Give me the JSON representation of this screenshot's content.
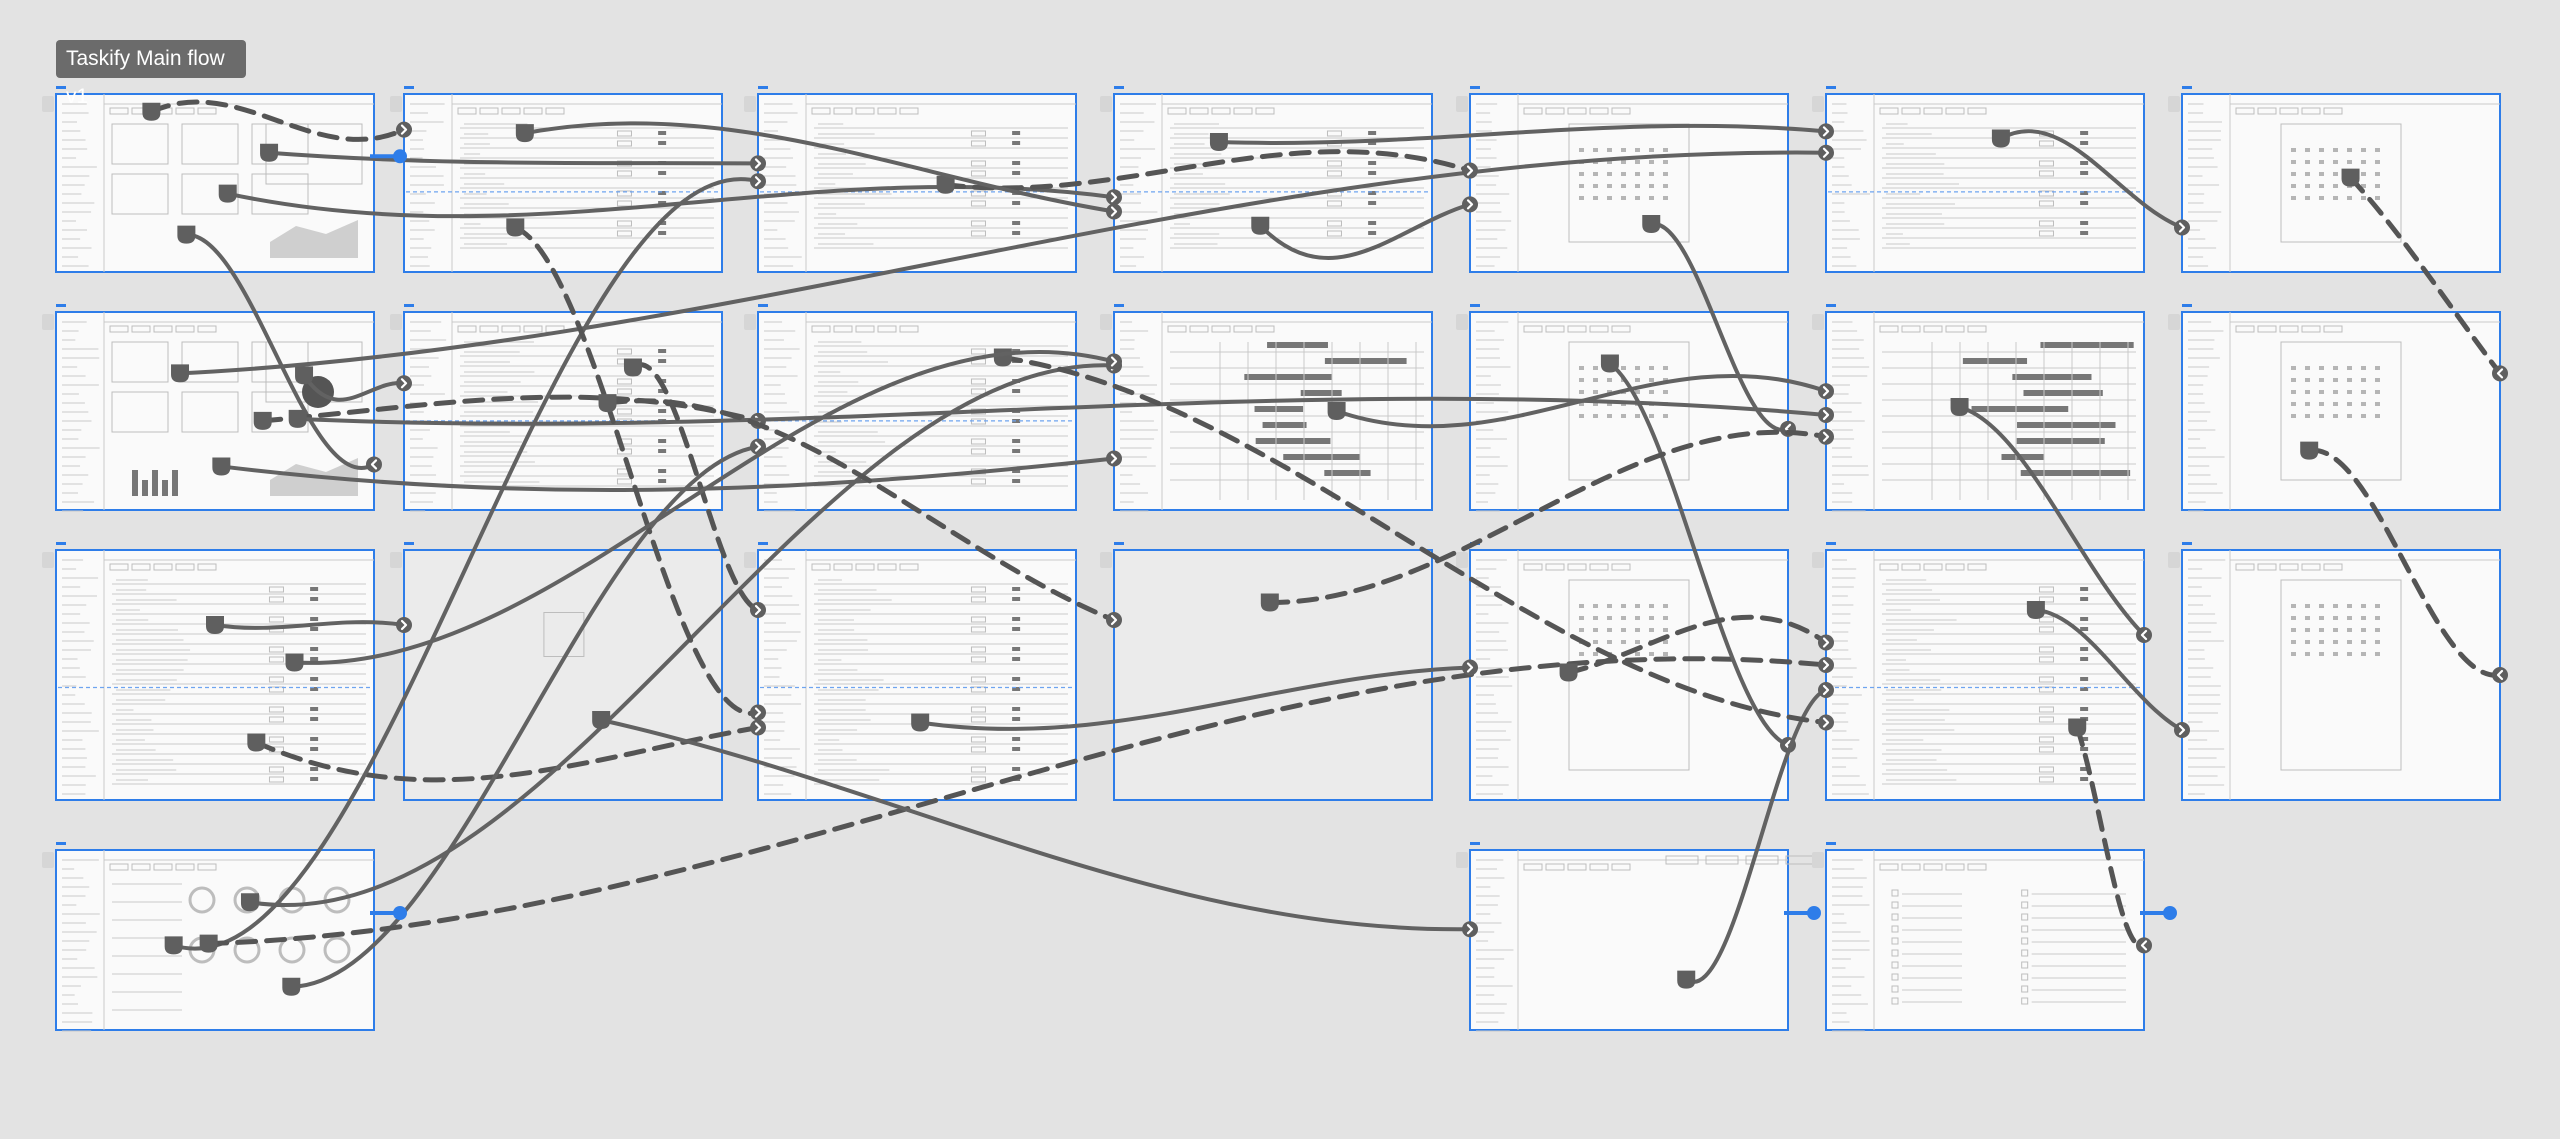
{
  "title": "Taskify Main flow v1",
  "colors": {
    "canvas": "#e3e3e3",
    "frame_border": "#2e7de9",
    "frame_fill": "#fafafa",
    "connector": "#626262",
    "entry_point": "#2e7de9",
    "title_chip": "#6b6b6b"
  },
  "screens": [
    {
      "id": "s1",
      "kind": "dashboard",
      "grid": [
        0,
        0
      ]
    },
    {
      "id": "s2",
      "kind": "chart",
      "grid": [
        0,
        1
      ]
    },
    {
      "id": "s3",
      "kind": "table",
      "grid": [
        0,
        2
      ]
    },
    {
      "id": "s4",
      "kind": "dials",
      "grid": [
        0,
        3
      ]
    },
    {
      "id": "s5",
      "kind": "table",
      "grid": [
        1,
        0
      ]
    },
    {
      "id": "s6",
      "kind": "table",
      "grid": [
        1,
        1
      ]
    },
    {
      "id": "s7",
      "kind": "overlay",
      "grid": [
        1,
        2
      ]
    },
    {
      "id": "s8",
      "kind": "table",
      "grid": [
        2,
        0
      ]
    },
    {
      "id": "s9",
      "kind": "table",
      "grid": [
        2,
        1
      ]
    },
    {
      "id": "s10",
      "kind": "table",
      "grid": [
        2,
        2
      ]
    },
    {
      "id": "s11",
      "kind": "table",
      "grid": [
        3,
        0
      ]
    },
    {
      "id": "s12",
      "kind": "gantt",
      "grid": [
        3,
        1
      ]
    },
    {
      "id": "s13",
      "kind": "blank",
      "grid": [
        3,
        2
      ]
    },
    {
      "id": "s14",
      "kind": "modal",
      "grid": [
        4,
        0
      ]
    },
    {
      "id": "s15",
      "kind": "modal",
      "grid": [
        4,
        1
      ]
    },
    {
      "id": "s16",
      "kind": "modal",
      "grid": [
        4,
        2
      ]
    },
    {
      "id": "s17",
      "kind": "sidebar",
      "grid": [
        4,
        3
      ]
    },
    {
      "id": "s18",
      "kind": "table",
      "grid": [
        5,
        0
      ]
    },
    {
      "id": "s19",
      "kind": "gantt",
      "grid": [
        5,
        1
      ]
    },
    {
      "id": "s20",
      "kind": "board",
      "grid": [
        5,
        2
      ]
    },
    {
      "id": "s21",
      "kind": "form",
      "grid": [
        5,
        3
      ]
    },
    {
      "id": "s22",
      "kind": "calendar",
      "grid": [
        6,
        0
      ]
    },
    {
      "id": "s23",
      "kind": "calendar",
      "grid": [
        6,
        1
      ]
    },
    {
      "id": "s24",
      "kind": "calendar",
      "grid": [
        6,
        2
      ]
    }
  ],
  "connectors": [
    {
      "from": "s1",
      "to": "s5",
      "style": "dashed"
    },
    {
      "from": "s1",
      "to": "s8",
      "style": "solid"
    },
    {
      "from": "s1",
      "to": "s11",
      "style": "solid"
    },
    {
      "from": "s1",
      "to": "s2",
      "style": "solid"
    },
    {
      "from": "s2",
      "to": "s6",
      "style": "solid"
    },
    {
      "from": "s2",
      "to": "s9",
      "style": "dashed"
    },
    {
      "from": "s2",
      "to": "s12",
      "style": "solid"
    },
    {
      "from": "s2",
      "to": "s18",
      "style": "solid"
    },
    {
      "from": "s2",
      "to": "s19",
      "style": "solid"
    },
    {
      "from": "s3",
      "to": "s10",
      "style": "dashed"
    },
    {
      "from": "s3",
      "to": "s7",
      "style": "solid"
    },
    {
      "from": "s4",
      "to": "s8",
      "style": "solid"
    },
    {
      "from": "s4",
      "to": "s9",
      "style": "solid"
    },
    {
      "from": "s4",
      "to": "s12",
      "style": "solid"
    },
    {
      "from": "s4",
      "to": "s20",
      "style": "dashed"
    },
    {
      "from": "s5",
      "to": "s10",
      "style": "dashed"
    },
    {
      "from": "s6",
      "to": "s10",
      "style": "dashed"
    },
    {
      "from": "s8",
      "to": "s14",
      "style": "dashed"
    },
    {
      "from": "s11",
      "to": "s14",
      "style": "solid"
    },
    {
      "from": "s11",
      "to": "s18",
      "style": "solid"
    },
    {
      "from": "s12",
      "to": "s19",
      "style": "solid"
    },
    {
      "from": "s14",
      "to": "s15",
      "style": "solid"
    },
    {
      "from": "s15",
      "to": "s16",
      "style": "solid"
    },
    {
      "from": "s16",
      "to": "s20",
      "style": "dashed"
    },
    {
      "from": "s17",
      "to": "s20",
      "style": "solid"
    },
    {
      "from": "s18",
      "to": "s22",
      "style": "solid"
    },
    {
      "from": "s19",
      "to": "s20",
      "style": "solid"
    },
    {
      "from": "s20",
      "to": "s21",
      "style": "dashed"
    },
    {
      "from": "s20",
      "to": "s24",
      "style": "solid"
    },
    {
      "from": "s22",
      "to": "s23",
      "style": "dashed"
    },
    {
      "from": "s23",
      "to": "s24",
      "style": "dashed"
    },
    {
      "from": "s9",
      "to": "s20",
      "style": "dashed"
    },
    {
      "from": "s6",
      "to": "s13",
      "style": "dashed"
    },
    {
      "from": "s10",
      "to": "s16",
      "style": "solid"
    },
    {
      "from": "s5",
      "to": "s11",
      "style": "solid"
    },
    {
      "from": "s3",
      "to": "s12",
      "style": "solid"
    },
    {
      "from": "s7",
      "to": "s17",
      "style": "solid"
    },
    {
      "from": "s13",
      "to": "s19",
      "style": "dashed"
    }
  ],
  "entry_points": [
    "s1",
    "s4",
    "s17",
    "s21"
  ]
}
